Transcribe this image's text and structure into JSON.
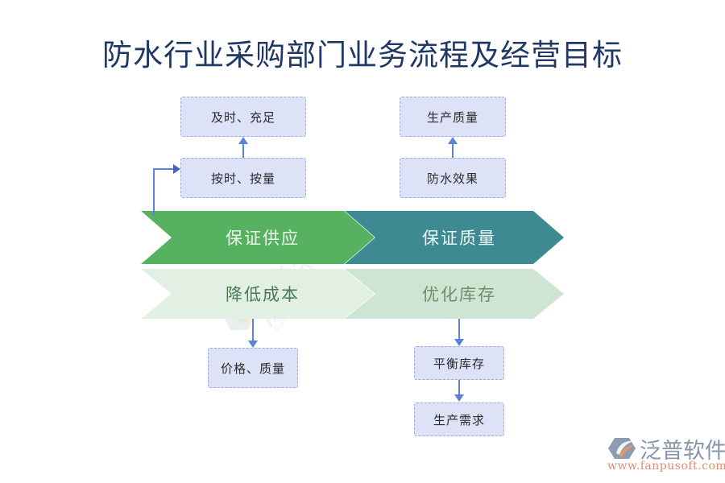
{
  "title": "防水行业采购部门业务流程及经营目标",
  "chevrons": [
    {
      "label": "保证供应",
      "color": "#56b160",
      "text_color": "#eef7ef"
    },
    {
      "label": "保证质量",
      "color": "#3d8a92",
      "text_color": "#eef6f7"
    },
    {
      "label": "降低成本",
      "color": "#e2f0e3",
      "text_color": "#4a7a52"
    },
    {
      "label": "优化库存",
      "color": "#cfe5d4",
      "text_color": "#6f8f6a"
    }
  ],
  "boxes": [
    {
      "label": "及时、充足"
    },
    {
      "label": "按时、按量"
    },
    {
      "label": "生产质量"
    },
    {
      "label": "防水效果"
    },
    {
      "label": "价格、质量"
    },
    {
      "label": "平衡库存"
    },
    {
      "label": "生产需求"
    }
  ],
  "watermark": {
    "text": "泛普软件",
    "sub": "FANPU SOFTWARE"
  },
  "logo": {
    "brand": "泛普软件",
    "url": "www.fanpusoft.com",
    "brand_color": "#8795ab",
    "url_color": "#d98e72"
  },
  "colors": {
    "title": "#1f3864",
    "connector": "#5b82d4",
    "box_fill": "#dee2f6",
    "box_border": "#9aaae3"
  }
}
